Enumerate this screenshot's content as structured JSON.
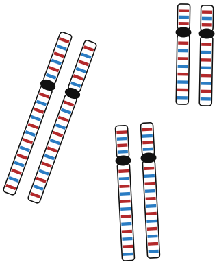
{
  "colors": {
    "background": "#ffffff",
    "outline": "#111111",
    "fill": "#ffffff",
    "centromere": "#111111",
    "band_red": "#b3292b",
    "band_blue": "#2a7cc3"
  },
  "chromosome_pairs": [
    {
      "name": "chromosome-pair-large",
      "chromatids": [
        {
          "name": "chromatid-left",
          "p_arm_bands": [
            "red",
            "blue",
            "red",
            "blue",
            "red",
            "blue"
          ],
          "q_arm_bands": [
            "red",
            "blue",
            "red",
            "blue",
            "red",
            "blue",
            "red",
            "blue",
            "red",
            "blue",
            "red",
            "blue",
            "red"
          ]
        },
        {
          "name": "chromatid-right",
          "p_arm_bands": [
            "red",
            "blue",
            "red",
            "blue",
            "red",
            "blue"
          ],
          "q_arm_bands": [
            "red",
            "blue",
            "red",
            "blue",
            "red",
            "blue",
            "red",
            "blue",
            "red",
            "blue",
            "red",
            "blue",
            "red"
          ]
        }
      ]
    },
    {
      "name": "chromosome-pair-upper-right",
      "chromatids": [
        {
          "name": "chromatid-left",
          "p_arm_bands": [
            "red",
            "blue",
            "red"
          ],
          "q_arm_bands": [
            "red",
            "blue",
            "red",
            "blue",
            "red",
            "blue",
            "red",
            "blue"
          ]
        },
        {
          "name": "chromatid-right",
          "p_arm_bands": [
            "red",
            "blue",
            "red"
          ],
          "q_arm_bands": [
            "red",
            "blue",
            "red",
            "blue",
            "red",
            "blue",
            "red",
            "blue"
          ]
        }
      ]
    },
    {
      "name": "chromosome-pair-bottom",
      "chromatids": [
        {
          "name": "chromatid-left",
          "p_arm_bands": [
            "red",
            "blue",
            "red",
            "blue"
          ],
          "q_arm_bands": [
            "red",
            "blue",
            "red",
            "blue",
            "red",
            "blue",
            "red",
            "blue",
            "red",
            "blue",
            "red",
            "blue"
          ]
        },
        {
          "name": "chromatid-right",
          "p_arm_bands": [
            "red",
            "blue",
            "red",
            "blue"
          ],
          "q_arm_bands": [
            "red",
            "blue",
            "red",
            "blue",
            "red",
            "blue",
            "red",
            "blue",
            "red",
            "blue",
            "red",
            "blue"
          ]
        }
      ]
    }
  ]
}
